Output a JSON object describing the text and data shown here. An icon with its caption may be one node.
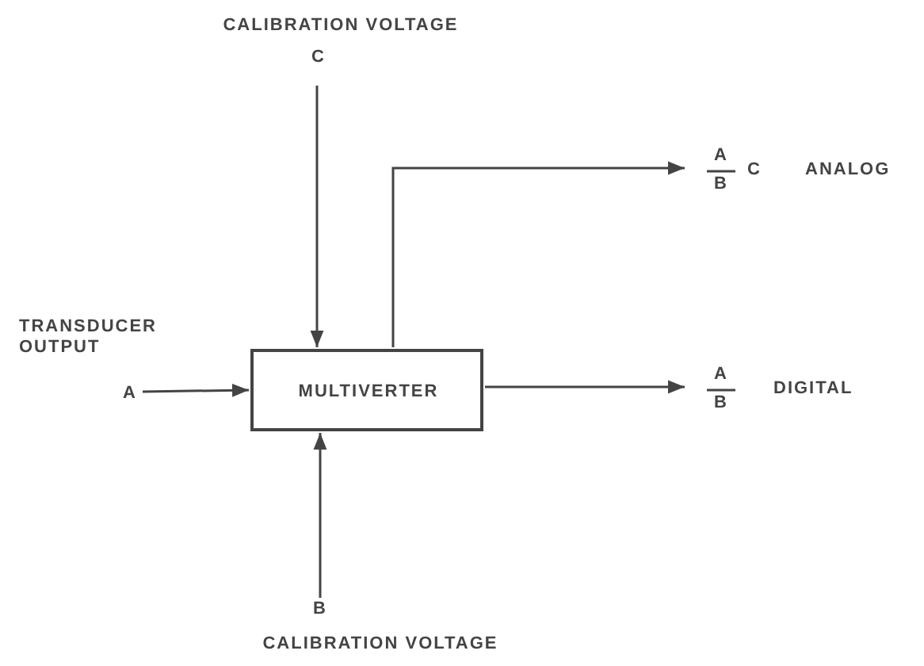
{
  "diagram": {
    "nodes": [
      {
        "text": [
          "CALIBRATION VOLTAGE",
          "C"
        ]
      },
      {
        "text": [
          "TRANSDUCER OUTPUT",
          "A"
        ]
      },
      {
        "text": [
          "MULTIVERTER"
        ]
      },
      {
        "text": [
          "A",
          "B",
          "C",
          "ANALOG"
        ]
      },
      {
        "text": [
          "A",
          "B",
          "DIGITAL"
        ]
      },
      {
        "text": [
          "B",
          "CALIBRATION VOLTAGE"
        ]
      }
    ],
    "edges": [
      {
        "from": 0,
        "to": 2,
        "arrow": "to"
      },
      {
        "from": 1,
        "to": 2,
        "arrow": "to"
      },
      {
        "from": 2,
        "to": 3,
        "arrow": "to"
      },
      {
        "from": 2,
        "to": 4,
        "arrow": "to"
      },
      {
        "from": 5,
        "to": 2,
        "arrow": "to"
      }
    ]
  }
}
